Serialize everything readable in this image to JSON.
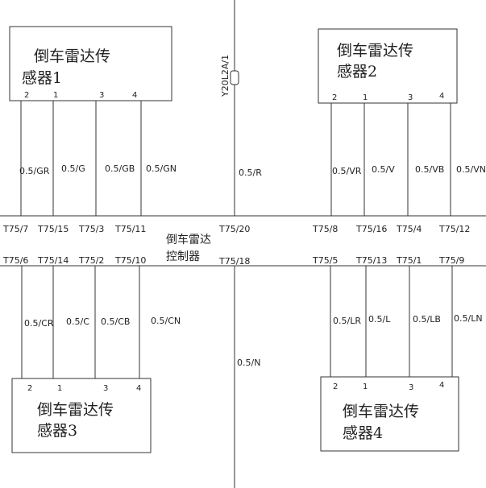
{
  "controller": {
    "line1": "倒车雷达",
    "line2": "控制器"
  },
  "fuse": {
    "label": "Y20L2A/1"
  },
  "sensors": [
    {
      "line1": "倒车雷达传",
      "line2": "感器1",
      "pins": [
        "2",
        "1",
        "3",
        "4"
      ]
    },
    {
      "line1": "倒车雷达传",
      "line2": "感器2",
      "pins": [
        "2",
        "1",
        "3",
        "4"
      ]
    },
    {
      "line1": "倒车雷达传",
      "line2": "感器3",
      "pins": [
        "2",
        "1",
        "3",
        "4"
      ]
    },
    {
      "line1": "倒车雷达传",
      "line2": "感器4",
      "pins": [
        "2",
        "1",
        "3",
        "4"
      ]
    }
  ],
  "wires_top_left": [
    "0.5/GR",
    "0.5/G",
    "0.5/GB",
    "0.5/GN"
  ],
  "wires_top_right": [
    "0.5/VR",
    "0.5/V",
    "0.5/VB",
    "0.5/VN"
  ],
  "wires_bottom_left": [
    "0.5/CR",
    "0.5/C",
    "0.5/CB",
    "0.5/CN"
  ],
  "wires_bottom_right": [
    "0.5/LR",
    "0.5/L",
    "0.5/LB",
    "0.5/LN"
  ],
  "wire_power": "0.5/R",
  "wire_ground": "0.5/N",
  "terminals_top_left": [
    "T75/7",
    "T75/15",
    "T75/3",
    "T75/11"
  ],
  "terminals_top_right": [
    "T75/8",
    "T75/16",
    "T75/4",
    "T75/12"
  ],
  "terminals_bottom_left": [
    "T75/6",
    "T75/14",
    "T75/2",
    "T75/10"
  ],
  "terminals_bottom_right": [
    "T75/5",
    "T75/13",
    "T75/1",
    "T75/9"
  ],
  "terminal_power": "T75/20",
  "terminal_ground": "T75/18"
}
